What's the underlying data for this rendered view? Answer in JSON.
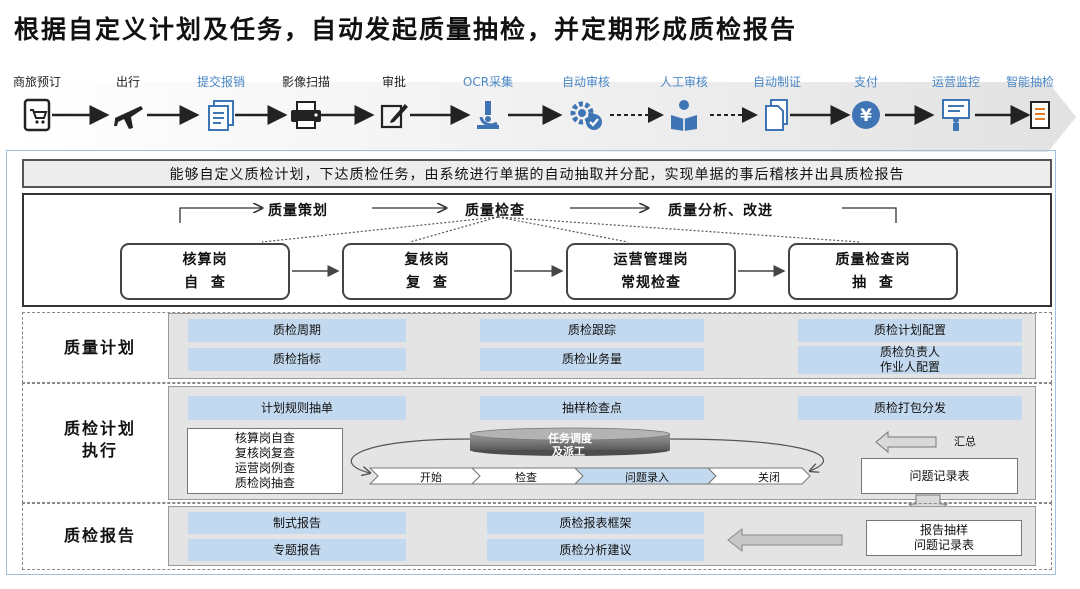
{
  "title": "根据自定义计划及任务，自动发起质量抽检，并定期形成质检报告",
  "process": {
    "steps": [
      {
        "label": "商旅预订",
        "icon": "shop-cart-icon",
        "highlight": false
      },
      {
        "label": "出行",
        "icon": "airplane-icon",
        "highlight": false
      },
      {
        "label": "提交报销",
        "icon": "submit-document-icon",
        "highlight": true
      },
      {
        "label": "影像扫描",
        "icon": "scanner-icon",
        "highlight": false
      },
      {
        "label": "审批",
        "icon": "approval-pen-icon",
        "highlight": false
      },
      {
        "label": "OCR采集",
        "icon": "microscope-icon",
        "highlight": true
      },
      {
        "label": "自动审核",
        "icon": "gear-check-icon",
        "highlight": true
      },
      {
        "label": "人工审核",
        "icon": "person-reading-icon",
        "highlight": true
      },
      {
        "label": "自动制证",
        "icon": "voucher-icon",
        "highlight": true
      },
      {
        "label": "支付",
        "icon": "yen-coin-icon",
        "highlight": true
      },
      {
        "label": "运营监控",
        "icon": "monitor-presenter-icon",
        "highlight": true
      },
      {
        "label": "智能抽检",
        "icon": "report-document-icon",
        "highlight": true
      }
    ]
  },
  "banner": "能够自定义质检计划，下达质检任务，由系统进行单据的自动抽取并分配，实现单据的事后稽核并出具质检报告",
  "flow": {
    "phases": [
      "质量策划",
      "质量检查",
      "质量分析、改进"
    ],
    "roles": [
      {
        "line1": "核算岗",
        "line2": "自  查"
      },
      {
        "line1": "复核岗",
        "line2": "复  查"
      },
      {
        "line1": "运营管理岗",
        "line2": "常规检查"
      },
      {
        "line1": "质量检查岗",
        "line2": "抽  查"
      }
    ]
  },
  "sections": {
    "plan": {
      "label": "质量计划",
      "items": [
        "质检周期",
        "质检跟踪",
        "质检计划配置",
        "质检指标",
        "质检业务量",
        "质检负责人",
        "作业人配置"
      ]
    },
    "exec": {
      "label_line1": "质检计划",
      "label_line2": "执行",
      "top_items": [
        "计划规则抽单",
        "抽样检查点",
        "质检打包分发"
      ],
      "self_check": [
        "核算岗自查",
        "复核岗复查",
        "运营岗例查",
        "质检岗抽查"
      ],
      "dispatch_line1": "任务调度",
      "dispatch_line2": "及派工",
      "chevrons": [
        "开始",
        "检查",
        "问题录入",
        "关闭"
      ],
      "summary_label": "汇总",
      "record_table": "问题记录表"
    },
    "report": {
      "label": "质检报告",
      "items": [
        "制式报告",
        "质检报表框架",
        "专题报告",
        "质检分析建议"
      ],
      "output_line1": "报告抽样",
      "output_line2": "问题记录表"
    }
  },
  "colors": {
    "highlight_text": "#4a86c5",
    "chip_blue": "#c3d9ef",
    "section_grey": "#e4e4e4",
    "icon_dark": "#222222",
    "icon_blue": "#3f74b5"
  }
}
